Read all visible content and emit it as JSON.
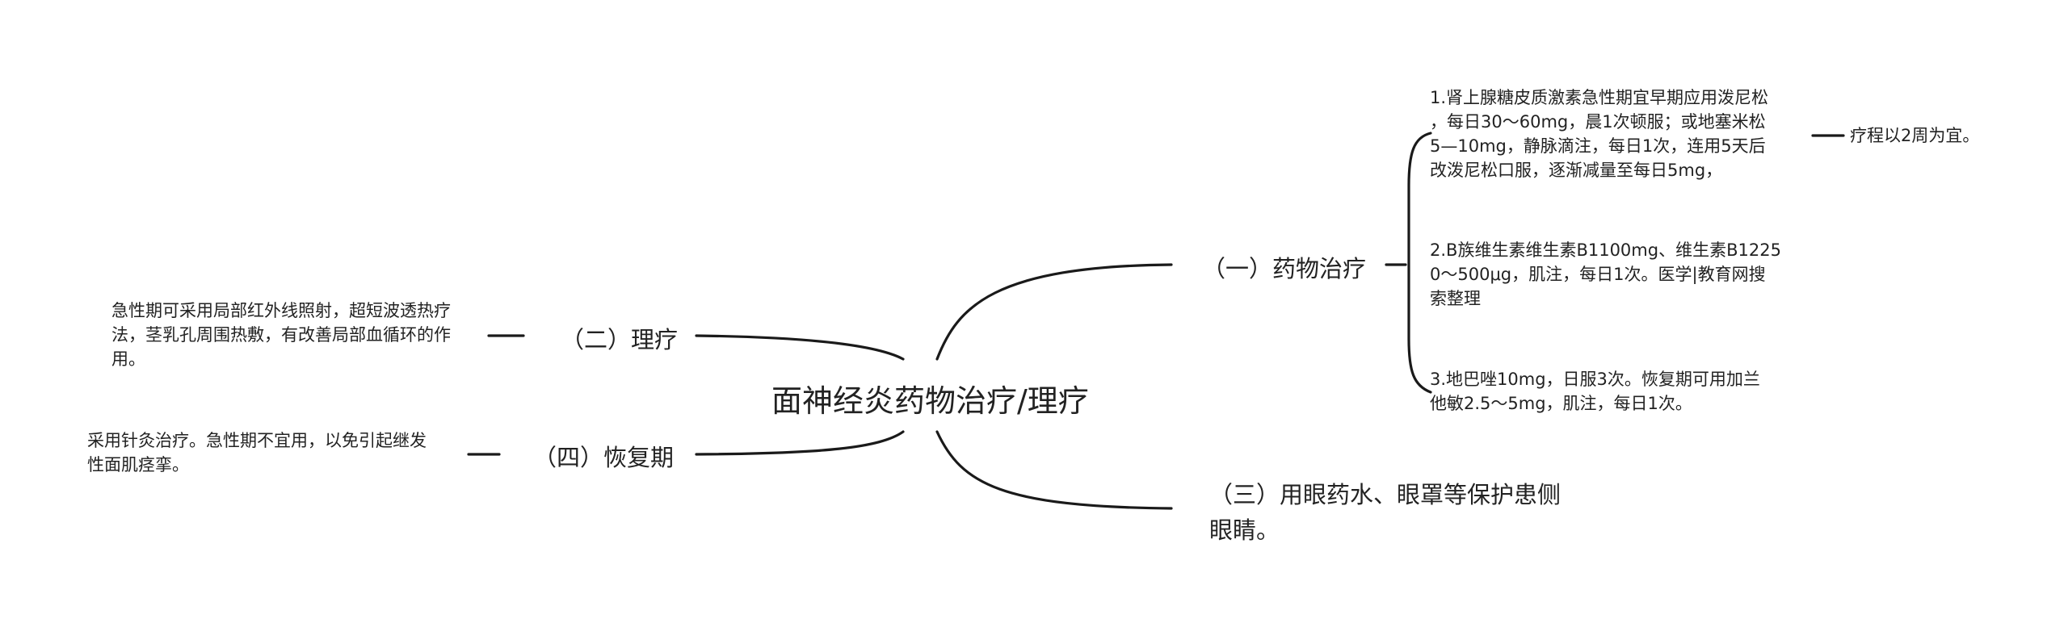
{
  "root": "面神经炎药物治疗/理疗",
  "branches": {
    "drug": "（一）药物治疗",
    "physio": "（二）理疗",
    "eye": "（三）用眼药水、眼罩等保护患侧\n眼睛。",
    "recovery": "（四）恢复期"
  },
  "leaves": {
    "drug_1": "1.肾上腺糖皮质激素急性期宜早期应用泼尼松\n，每日30～60mg，晨1次顿服；或地塞米松\n5—10mg，静脉滴注，每日1次，连用5天后\n改泼尼松口服，逐渐减量至每日5mg，",
    "drug_1_note": "疗程以2周为宜。",
    "drug_2": "2.B族维生素维生素B1100mg、维生素B1225\n0～500μg，肌注，每日1次。医学|教育网搜\n索整理",
    "drug_3": "3.地巴唑10mg，日服3次。恢复期可用加兰\n他敏2.5～5mg，肌注，每日1次。",
    "physio_1": "急性期可采用局部红外线照射，超短波透热疗\n法，茎乳孔周围热敷，有改善局部血循环的作\n用。",
    "recovery_1": "采用针灸治疗。急性期不宜用，以免引起继发\n性面肌痉挛。"
  }
}
